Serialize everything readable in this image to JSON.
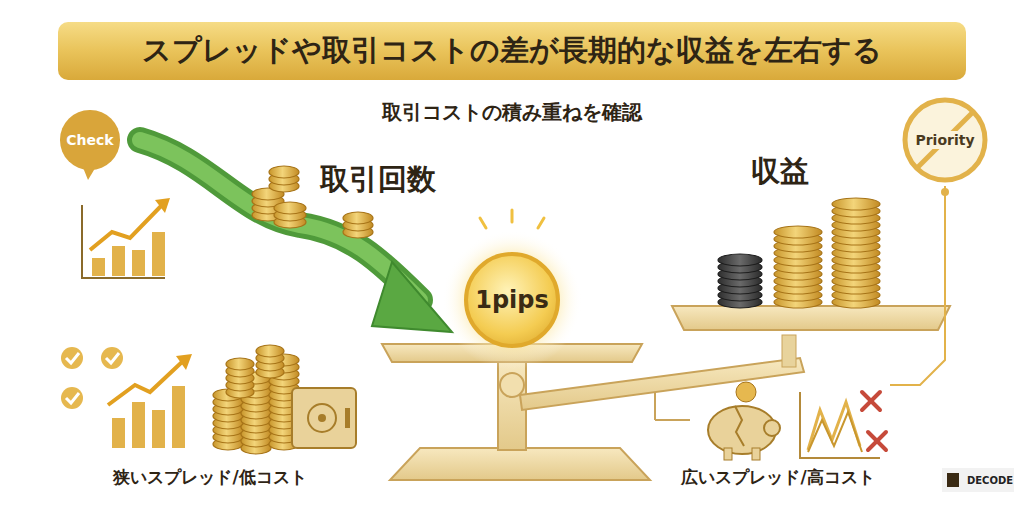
{
  "diagram": {
    "title": "スプレッドや取引コストの差が長期的な収益を左右する",
    "nodes": [
      {
        "text": [
          "Check"
        ]
      },
      {
        "text": [
          "1pips"
        ]
      },
      {
        "text": [
          "Priority"
        ]
      }
    ],
    "labels": [
      "取引コストの積み重ねを確認",
      "取引回数",
      "収益",
      "狭いスプレッド/低コスト",
      "広いスプレッド/高コスト",
      "DECODE"
    ]
  }
}
